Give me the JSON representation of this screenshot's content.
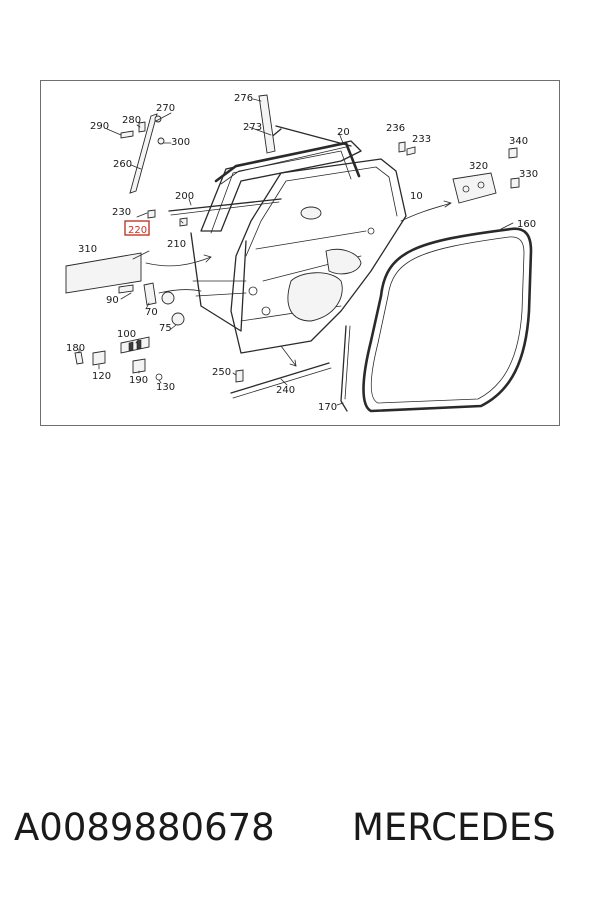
{
  "diagram": {
    "callouts": [
      "276",
      "270",
      "273",
      "20",
      "236",
      "233",
      "340",
      "290",
      "280",
      "300",
      "260",
      "320",
      "330",
      "200",
      "10",
      "230",
      "220",
      "160",
      "210",
      "310",
      "90",
      "70",
      "75",
      "100",
      "180",
      "120",
      "190",
      "130",
      "250",
      "240",
      "170"
    ],
    "highlighted_callout": "220"
  },
  "footer": {
    "part_number": "A0089880678",
    "brand": "MERCEDES"
  },
  "colors": {
    "line": "#2a2a2a",
    "highlight": "#c0392b",
    "frame": "#6f6f6f"
  }
}
